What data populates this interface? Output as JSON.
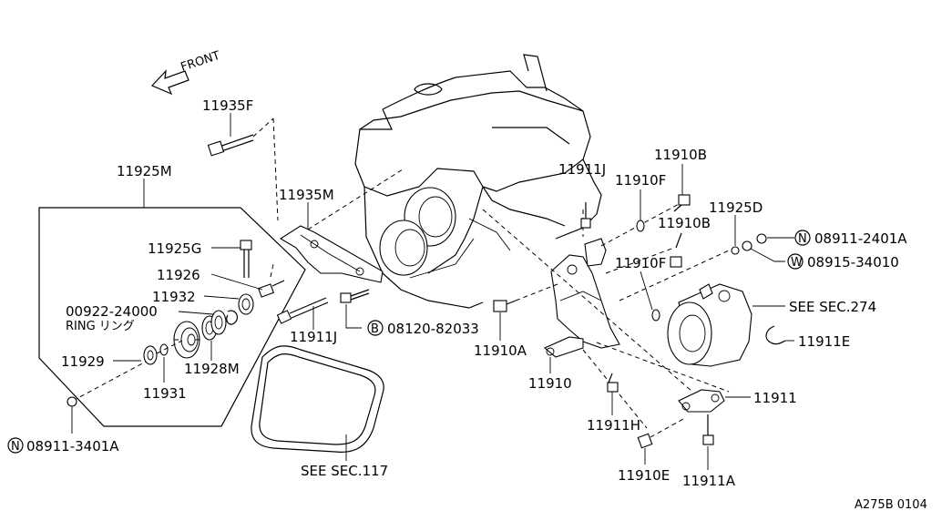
{
  "diagram": {
    "front_label": "FRONT",
    "catalog_ref": "A275B 0104",
    "labels": {
      "p11935F": "11935F",
      "p11925M": "11925M",
      "p11935M": "11935M",
      "p11925G": "11925G",
      "p11926": "11926",
      "p11932": "11932",
      "p00922": "00922-24000",
      "ring": "RING リング",
      "p11929": "11929",
      "p11928M": "11928M",
      "p11931": "11931",
      "n08911_3401A": "08911-3401A",
      "p11911J_left": "11911J",
      "b08120": "08120-82033",
      "see117": "SEE SEC.117",
      "p11911J_right": "11911J",
      "p11910F_top": "11910F",
      "p11910B_top": "11910B",
      "p11910B_mid": "11910B",
      "p11925D": "11925D",
      "n08911_2401A": "08911-2401A",
      "w08915": "08915-34010",
      "p11910F_mid": "11910F",
      "see274": "SEE SEC.274",
      "p11910A": "11910A",
      "p11911E": "11911E",
      "p11910": "11910",
      "p11911": "11911",
      "p11911H": "11911H",
      "p11910E": "11910E",
      "p11911A": "11911A"
    },
    "markers": {
      "N": "N",
      "B": "B",
      "W": "W"
    }
  }
}
